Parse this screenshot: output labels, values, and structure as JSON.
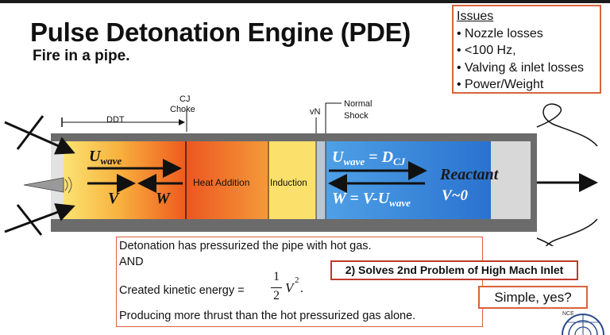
{
  "title": "Pulse Detonation Engine (PDE)",
  "subtitle": "Fire in a pipe.",
  "issues": {
    "heading": "Issues",
    "items": [
      "• Nozzle losses",
      "• <100 Hz,",
      "• Valving & inlet losses",
      "• Power/Weight"
    ]
  },
  "diagram": {
    "ddt": "DDT",
    "cj_line1": "CJ",
    "cj_line2": "Choke",
    "vn": "vN",
    "normal_line1": "Normal",
    "normal_line2": "Shock",
    "uwave_U": "U",
    "uwave_sub": "wave",
    "v_label": "V",
    "w_label": "W",
    "heat_addition": "Heat Addition",
    "induction": "Induction",
    "eq1_lhs_U": "U",
    "eq1_lhs_sub": "wave",
    "eq1_mid": " = D",
    "eq1_rhs_sub": "CJ",
    "eq2_main": "W = V-U",
    "eq2_sub": "wave",
    "reactant": "Reactant",
    "v_zero": "V~0"
  },
  "text": {
    "line1": "Detonation has pressurized the pipe with hot gas.",
    "line2": "AND",
    "line3": "Created kinetic energy = ",
    "frac_num": "1",
    "frac_den": "2",
    "v_sym": "V",
    "v_exp": "2",
    "v_end": ".",
    "line4": "Producing more thrust than the hot pressurized gas alone."
  },
  "callout_mach": "2) Solves 2nd Problem of High Mach Inlet",
  "callout_simple": "Simple, yes?",
  "logo_text": "NCE",
  "colors": {
    "accent_border": "#d9633b",
    "tube_gray": "#6b6b6b",
    "warm_left": "#fbe06b",
    "warm_right": "#ee5a1e",
    "induction_yellow": "#fbe06b",
    "reactant_blue": "#2f7fd6"
  }
}
